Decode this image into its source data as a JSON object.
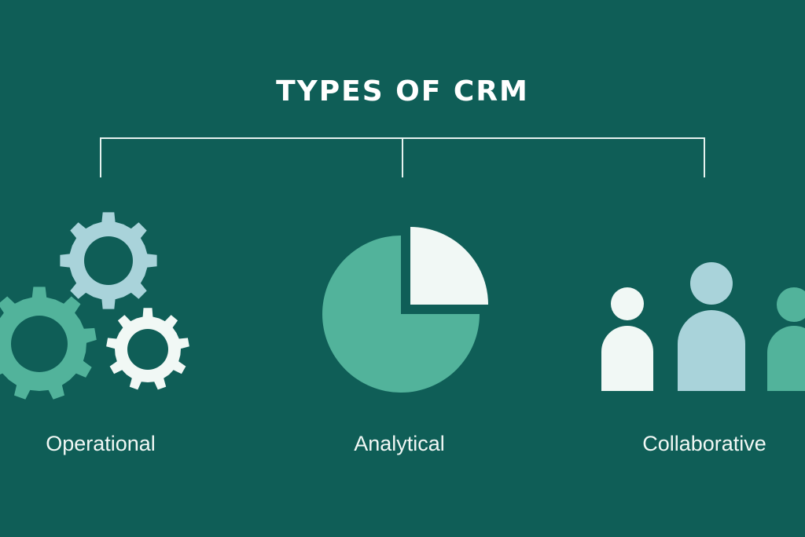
{
  "title": "TYPES OF CRM",
  "types": [
    {
      "label": "Operational",
      "icon": "gears-icon"
    },
    {
      "label": "Analytical",
      "icon": "pie-chart-icon"
    },
    {
      "label": "Collaborative",
      "icon": "people-icon"
    }
  ],
  "colors": {
    "background": "#0f5e57",
    "teal": "#52b39b",
    "light_blue": "#a9d3da",
    "white": "#f1f8f5"
  }
}
